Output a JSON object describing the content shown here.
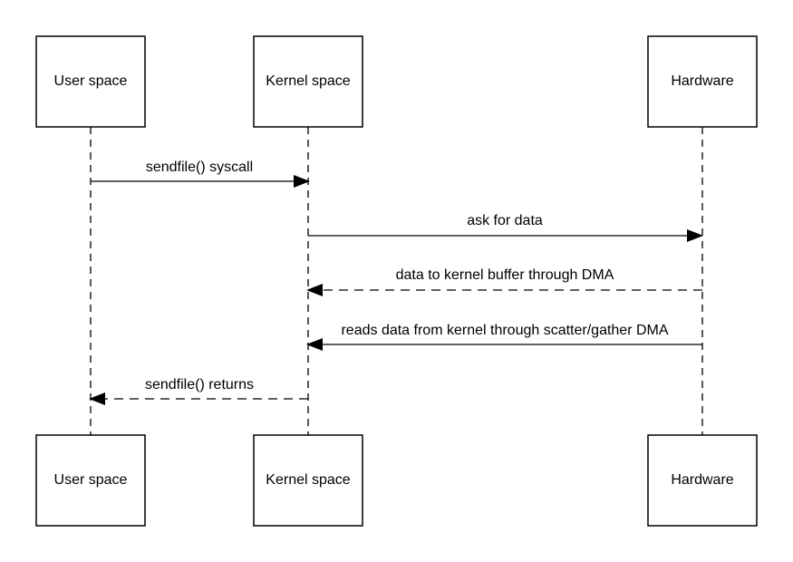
{
  "participants": [
    {
      "id": "user",
      "label": "User space"
    },
    {
      "id": "kernel",
      "label": "Kernel space"
    },
    {
      "id": "hw",
      "label": "Hardware"
    }
  ],
  "messages": [
    {
      "from": "user",
      "to": "kernel",
      "label": "sendfile() syscall",
      "style": "solid"
    },
    {
      "from": "kernel",
      "to": "hw",
      "label": "ask for data",
      "style": "solid"
    },
    {
      "from": "hw",
      "to": "kernel",
      "label": "data to kernel buffer through DMA",
      "style": "dashed"
    },
    {
      "from": "hw",
      "to": "kernel",
      "label": "reads data from kernel through scatter/gather DMA",
      "style": "solid"
    },
    {
      "from": "kernel",
      "to": "user",
      "label": "sendfile() returns",
      "style": "dashed"
    }
  ]
}
